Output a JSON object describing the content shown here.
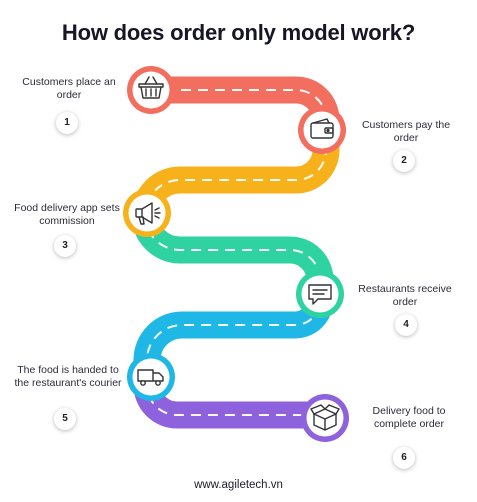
{
  "title": "How does order only model work?",
  "footer": "www.agiletech.vn",
  "colors": {
    "segment1": "#f26e5e",
    "segment2": "#f7b21b",
    "segment3": "#2fd3a1",
    "segment4": "#1fb8e6",
    "segment5": "#8e62dc"
  },
  "steps": [
    {
      "number": "1",
      "label": "Customers place an order",
      "icon": "shopping-basket-icon"
    },
    {
      "number": "2",
      "label": "Customers pay the order",
      "icon": "wallet-icon"
    },
    {
      "number": "3",
      "label": "Food delivery app sets commission",
      "icon": "megaphone-icon"
    },
    {
      "number": "4",
      "label": "Restaurants receive order",
      "icon": "chat-bubble-icon"
    },
    {
      "number": "5",
      "label": "The food is handed to the restaurant's courier",
      "icon": "delivery-truck-icon"
    },
    {
      "number": "6",
      "label": "Delivery food to complete order",
      "icon": "package-box-icon"
    }
  ]
}
